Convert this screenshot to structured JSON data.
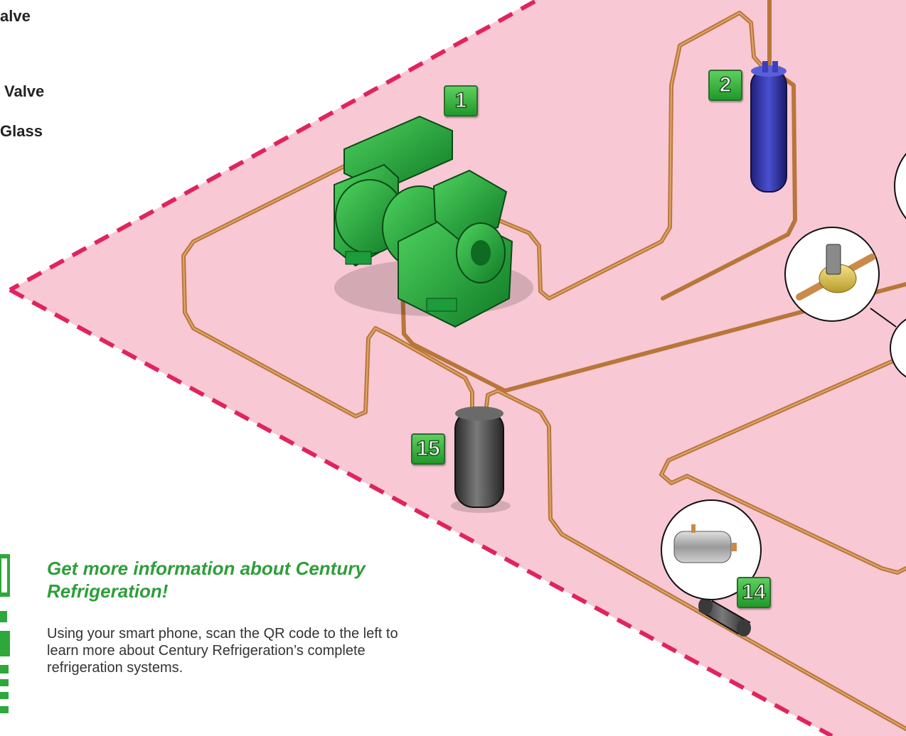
{
  "legend": {
    "items": [
      "alve",
      "Valve",
      "Glass"
    ]
  },
  "badges": {
    "compressor": "1",
    "receiver": "2",
    "accumulator": "15",
    "filter": "14"
  },
  "info": {
    "heading": "Get more information about Century Refrigeration!",
    "body": "Using your smart phone, scan the QR code to the left to learn more about Century Refrigeration’s complete refrigeration systems."
  },
  "colors": {
    "zone_fill": "#f8c8d4",
    "zone_border": "#e0245e",
    "pipe": "#c98a4b",
    "compressor": "#1fa83a",
    "receiver": "#2e2f9e",
    "accumulator": "#4a4a4a",
    "badge": "#3cb54a",
    "heading": "#2e9e3a"
  }
}
